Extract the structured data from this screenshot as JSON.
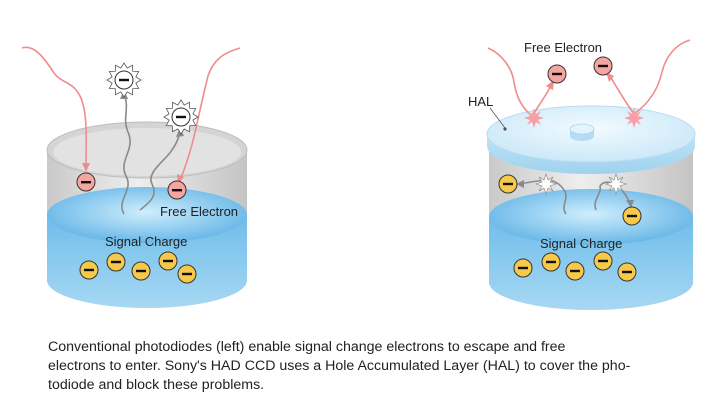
{
  "left_panel": {
    "free_electron_label": "Free Electron",
    "signal_charge_label": "Signal Charge"
  },
  "right_panel": {
    "free_electron_label": "Free Electron",
    "hal_label": "HAL",
    "signal_charge_label": "Signal Charge"
  },
  "caption": {
    "line1": "Conventional photodiodes (left) enable signal change electrons to escape and free",
    "line2": "electrons to enter.  Sony's HAD CCD uses a Hole Accumulated Layer (HAL) to cover the pho-",
    "line3": "todiode and block these problems."
  },
  "colors": {
    "free_electron": "#f4a5a0",
    "free_electron_path": "#f08c8c",
    "signal_electron": "#f6c94a",
    "escape_path": "#888888",
    "water_light": "#8ecdf0",
    "water_dark": "#4aa6e0",
    "hal_layer": "#cfeaf9",
    "cylinder_grey": "#dcdcdc"
  },
  "icons": {
    "electron": "minus-circle-icon",
    "escaping_electron": "burst-electron-icon",
    "impact": "starburst-icon"
  }
}
